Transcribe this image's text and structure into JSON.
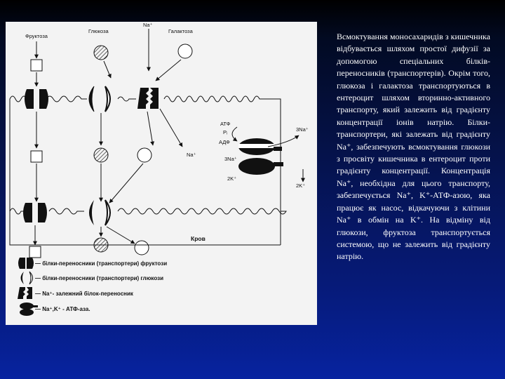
{
  "diagram": {
    "labels": {
      "fructose": "Фруктоза",
      "glucose": "Глюкоза",
      "galactose": "Галактоза",
      "na_top": "Na⁺",
      "atf": "АТФ",
      "pi": "Pᵢ",
      "adf": "АДФ",
      "na_plus_mid": "Na⁺",
      "na3_right": "3Na⁺",
      "na3_left": "3Na⁺",
      "k2_left": "2K⁺",
      "k2_right": "2K⁺",
      "blood": "Кров"
    },
    "legend": [
      {
        "text": "— білки-переносники (транспортери) фруктози"
      },
      {
        "text": "— білки-переносники (транспортери) глюкози"
      },
      {
        "text": "— Na⁺- залежний білок-переносник"
      },
      {
        "text": "— Na⁺,K⁺ - АТФ-аза."
      }
    ]
  },
  "paragraph": "Всмоктування моносахаридів з кишечника відбувається шляхом простої дифузії за допомогою спеціальних білків-переносників (транспортерів). Окрім того, глюкоза і галактоза транспортуються в ентероцит шляхом вторинно-активного транспорту, який залежить від градієнту концентрації іонів натрію. Білки-транспортери, які залежать від градієнту Na⁺, забезпечують всмоктування глюкози з просвіту кишечника в ентероцит проти градієнту концентрації. Концентрація Na⁺, необхідна для цього транспорту, забезпечується Na⁺, K⁺-АТФ-азою, яка працює як насос, відкачуючи з клітини Na⁺ в обмін на K⁺. На відміну від глюкози, фруктоза транспортується системою, що не залежить від градієнту натрію."
}
